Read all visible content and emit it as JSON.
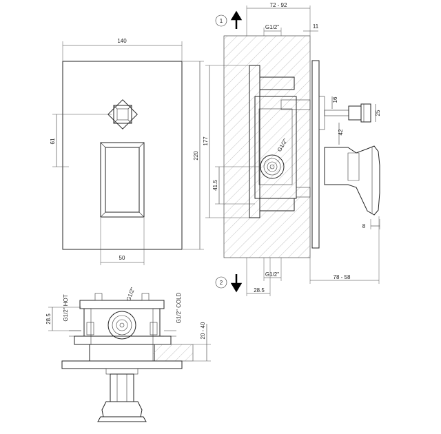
{
  "front_view": {
    "width_label": "140",
    "height_label": "220",
    "knob_offset_label": "61",
    "handle_width_label": "50"
  },
  "side_view": {
    "direction_up": "1",
    "direction_down": "2",
    "wall_depth_label": "72 - 92",
    "top_thread_label": "G1/2\"",
    "plate_thickness_label": "11",
    "body_height_label": "177",
    "diameter_label": "16",
    "stem_label": "25",
    "handle_clearance_label": "42",
    "inlet_thread_label": "G1/2\"",
    "inlet_height_label": "41.5",
    "handle_thickness_label": "8",
    "bottom_thread_label": "G1/2\"",
    "handle_projection_label": "78 - 58",
    "bottom_offset_label": "28.5"
  },
  "plan_view": {
    "left_offset_label": "28.5",
    "hot_label": "G1/2\" HOT",
    "top_thread_label": "G1/2\"",
    "cold_label": "G1/2\" COLD",
    "wall_range_label": "20 - 40"
  }
}
